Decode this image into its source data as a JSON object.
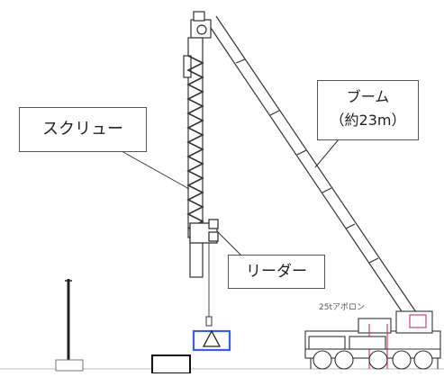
{
  "labels": {
    "screw": "スクリュー",
    "leader": "リーダー",
    "boom_line1": "ブーム",
    "boom_line2": "（約23m）",
    "crane_model": "25tアポロン"
  },
  "colors": {
    "line": "#333333",
    "callout_border": "#555555",
    "hook_highlight": "#3a5fe0",
    "crane_accent": "#cc3355"
  }
}
